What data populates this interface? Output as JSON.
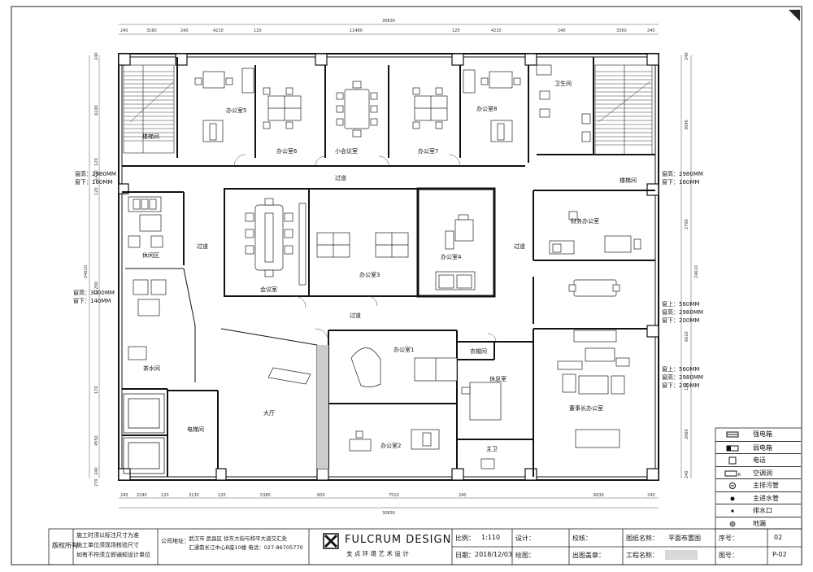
{
  "rooms": {
    "office5": "办公室5",
    "office6": "办公室6",
    "small_meeting": "小会议室",
    "office7": "办公室7",
    "office8": "办公室8",
    "restroom": "卫生间",
    "stair_left": "楼梯间",
    "stair_right": "楼梯间",
    "corridor_top": "过道",
    "corridor_left": "过道",
    "corridor_right": "过道",
    "corridor_mid": "过道",
    "lounge": "休闲区",
    "meeting": "会议室",
    "office3": "办公室3",
    "office4": "办公室4",
    "finance": "财务办公室",
    "tea": "茶水间",
    "hall": "大厅",
    "office1": "办公室1",
    "cloak": "衣帽间",
    "rest": "休息室",
    "chairman": "董事长办公室",
    "elevator": "电梯间",
    "office2": "办公室2",
    "toilet": "主卫"
  },
  "notes": {
    "win_l_top_1": "窗高：2980MM",
    "win_l_top_2": "窗下：160MM",
    "win_l_mid_1": "窗高：3000MM",
    "win_l_mid_2": "窗下：140MM",
    "win_r_top_1": "窗高：2980MM",
    "win_r_top_2": "窗下：160MM",
    "win_r_a_1": "窗上：560MM",
    "win_r_a_2": "窗高：2980MM",
    "win_r_a_3": "窗下：200MM",
    "win_r_b_1": "窗上：560MM",
    "win_r_b_2": "窗高：2980MM",
    "win_r_b_3": "窗下：200MM"
  },
  "dims_top": [
    "240",
    "3160",
    "240",
    "4210",
    "120",
    "11480",
    "120",
    "4210",
    "240",
    "3360",
    "240"
  ],
  "dims_top_total": "30830",
  "dims_bottom": [
    "240",
    "2240",
    "120",
    "3130",
    "120",
    "5380",
    "600",
    "7510",
    "240",
    "6630",
    "240"
  ],
  "dims_bottom_total": "30830",
  "dims_left": [
    "240",
    "6100",
    "120",
    "1410",
    "120",
    "11290",
    "170",
    "4550",
    "240",
    "270"
  ],
  "dims_left_total": "24610",
  "dims_right": [
    "240",
    "3690",
    "2700",
    "6020",
    "120",
    "2060",
    "240"
  ],
  "dims_right_total": "24610",
  "legend": [
    {
      "icon": "strong-box-icon",
      "label": "强电箱"
    },
    {
      "icon": "weak-box-icon",
      "label": "弱电箱"
    },
    {
      "icon": "phone-icon",
      "label": "电话"
    },
    {
      "icon": "ac-hole-icon",
      "label": "空调洞"
    },
    {
      "icon": "main-drain-icon",
      "label": "主排污管"
    },
    {
      "icon": "water-in-icon",
      "label": "主进水管"
    },
    {
      "icon": "drain-outlet-icon",
      "label": "排水口"
    },
    {
      "icon": "floor-drain-icon",
      "label": "地漏"
    }
  ],
  "titleblock": {
    "copyright": "版权所有",
    "note1": "施工时须以标注尺寸为准",
    "note2": "施工单位须现场核验尺寸",
    "note3": "如有不符须立即通知设计单位",
    "addr_label": "公司地址：",
    "addr1": "武汉市 武昌区 徐东大街与和平大道交汇处",
    "addr2": "汇通翡长江中心B座10楼 电话：027-86705770",
    "brand": "FULCRUM DESIGN",
    "brand_cn": "支 点 环 境 艺 术 设 计",
    "scale_label": "比例：",
    "scale_value": "1:110",
    "design_label": "设计：",
    "check_label": "校核：",
    "date_label": "日期：",
    "date_value": "2018/12/03",
    "draw_label": "绘图：",
    "stamp_label": "出图盖章：",
    "sheet_name_label": "图纸名称：",
    "sheet_name_value": "平面布置图",
    "project_label": "工程名称：",
    "seq_label": "序号：",
    "seq_value": "02",
    "fig_label": "图号：",
    "fig_value": "P-02"
  }
}
